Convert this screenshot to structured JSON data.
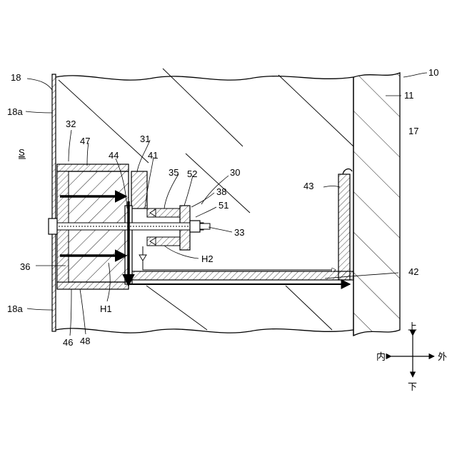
{
  "figure": {
    "labels": {
      "n10": "10",
      "n11": "11",
      "n17": "17",
      "n18": "18",
      "n18a_top": "18a",
      "n18a_bottom": "18a",
      "nS": "S",
      "n32": "32",
      "n47": "47",
      "n31": "31",
      "n44": "44",
      "n41": "41",
      "n35": "35",
      "n52": "52",
      "n30": "30",
      "n38": "38",
      "n51": "51",
      "n43": "43",
      "n33": "33",
      "nH2": "H2",
      "n36": "36",
      "nH1": "H1",
      "n42": "42",
      "n46": "46",
      "n48": "48"
    },
    "compass": {
      "up": "上",
      "down": "下",
      "inner": "内",
      "outer": "外"
    }
  }
}
